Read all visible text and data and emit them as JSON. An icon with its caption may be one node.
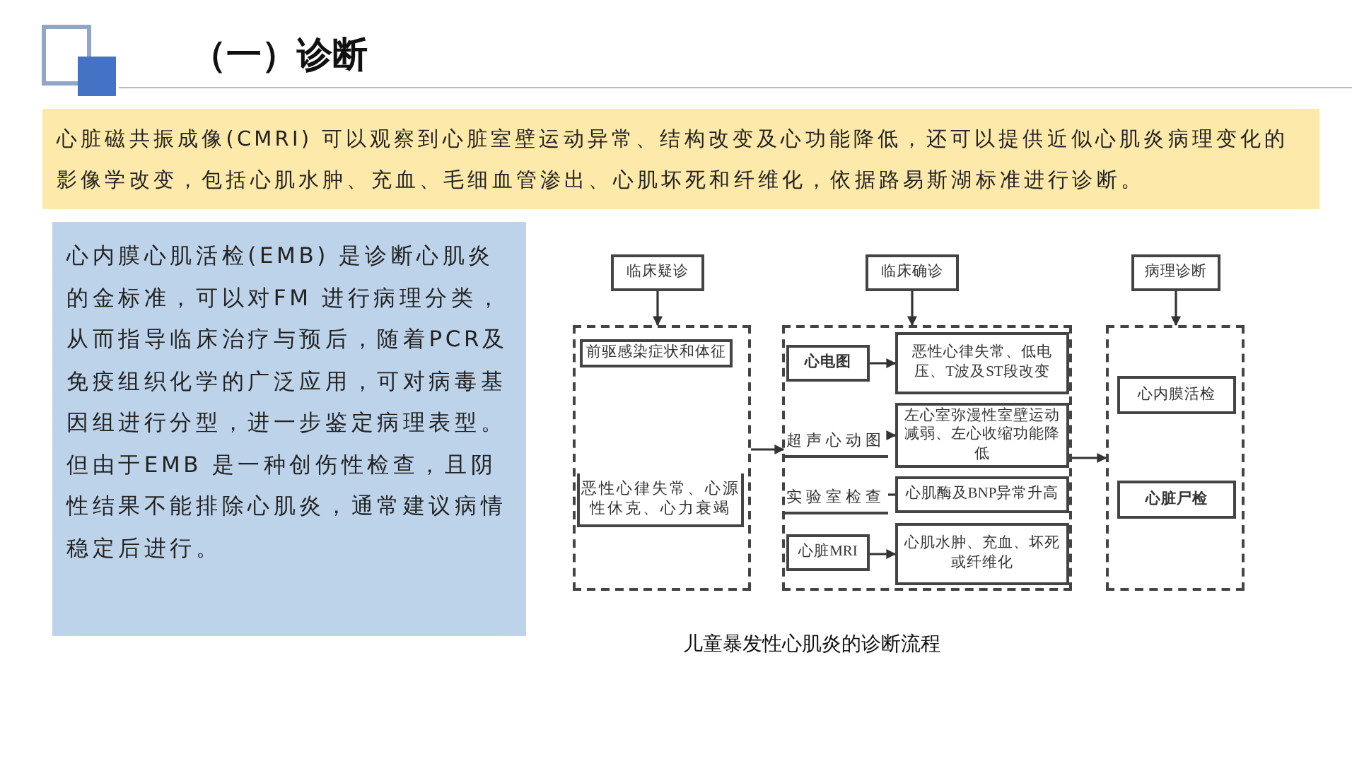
{
  "diagram": {
    "title": "（一）诊断",
    "caption": "儿童暴发性心肌炎的诊断流程",
    "nodes": [
      {
        "text": [
          "心脏磁共振成像(CMRI) 可以观察到心脏室壁运动异常、结构改变及心功能降低，还可以提供近似心肌炎病理变化的影像学改变，包括心肌水肿、充血、毛细血管渗出、心肌坏死和纤维化，依据路易斯湖标准进行诊断。"
        ]
      },
      {
        "text": [
          "心内膜心肌活检(EMB) 是诊断心肌炎的金标准，可以对FM 进行病理分类，从而指导临床治疗与预后，随着PCR及免疫组织化学的广泛应用，可对病毒基因组进行分型，进一步鉴定病理表型。但由于EMB 是一种创伤性检查，且阴性结果不能排除心肌炎，通常建议病情稳定后进行。"
        ]
      },
      {
        "text": [
          "临床疑诊"
        ]
      },
      {
        "text": [],
        "shape": "box"
      },
      {
        "text": [
          "前驱感染症状和体征"
        ],
        "in": 3
      },
      {
        "text": [
          "恶性心律失常、心源性休克、心力衰竭"
        ],
        "in": 3
      },
      {
        "text": [
          "临床确诊"
        ]
      },
      {
        "text": [],
        "shape": "box"
      },
      {
        "text": [
          "心电图"
        ],
        "in": 7
      },
      {
        "text": [
          "恶性心律失常、低电压、T波及ST段改变"
        ],
        "in": 7
      },
      {
        "text": [
          "超声心动图"
        ],
        "in": 7
      },
      {
        "text": [
          "左心室弥漫性室壁运动减弱、左心收缩功能降低"
        ],
        "in": 7
      },
      {
        "text": [
          "实验室检查"
        ],
        "in": 7
      },
      {
        "text": [
          "心肌酶及BNP异常升高"
        ],
        "in": 7
      },
      {
        "text": [
          "心脏MRI"
        ],
        "in": 7
      },
      {
        "text": [
          "心肌水肿、充血、坏死或纤维化"
        ],
        "in": 7
      },
      {
        "text": [
          "病理诊断"
        ]
      },
      {
        "text": [],
        "shape": "box"
      },
      {
        "text": [
          "心内膜活检"
        ],
        "in": 17
      },
      {
        "text": [
          "心脏尸检"
        ],
        "in": 17
      }
    ],
    "edges": [
      {
        "from": 2,
        "to": 3,
        "arrow": "to"
      },
      {
        "from": 6,
        "to": 7,
        "arrow": "to"
      },
      {
        "from": 16,
        "to": 17,
        "arrow": "to"
      },
      {
        "from": 3,
        "to": 10,
        "arrow": "to"
      },
      {
        "from": 8,
        "to": 9,
        "arrow": "to"
      },
      {
        "from": 10,
        "to": 11,
        "arrow": "to"
      },
      {
        "from": 12,
        "to": 13,
        "arrow": "none"
      },
      {
        "from": 14,
        "to": 15,
        "arrow": "to"
      },
      {
        "from": 7,
        "to": 17,
        "arrow": "to"
      }
    ]
  }
}
